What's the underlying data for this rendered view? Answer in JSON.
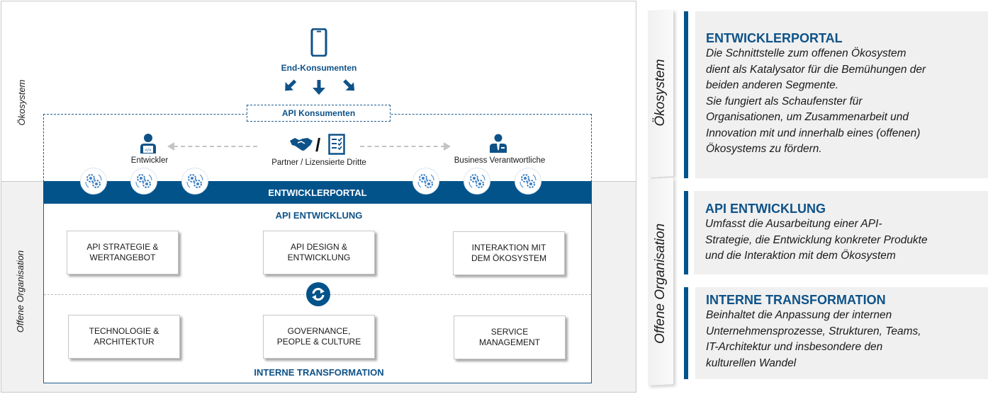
{
  "diagram": {
    "side_labels": {
      "top": "Ökosystem",
      "bottom": "Offene Organisation"
    },
    "end_consumers": {
      "icon": "smartphone-icon",
      "label": "End-Konsumenten"
    },
    "api_consumers_label": "API Konsumenten",
    "actors": [
      {
        "icon": "developer-icon",
        "label": "Entwickler"
      },
      {
        "icon": "handshake-checklist-icon",
        "separator": "/",
        "label": "Partner / Lizensierte Dritte"
      },
      {
        "icon": "businessman-icon",
        "label": "Business Verantwortliche"
      }
    ],
    "portal_label": "ENTWICKLERPORTAL",
    "api_section_title": "API ENTWICKLUNG",
    "api_boxes": [
      "API STRATEGIE & WERTANGEBOT",
      "API DESIGN & ENTWICKLUNG",
      "INTERAKTION MIT DEM ÖKOSYSTEM"
    ],
    "internal_boxes": [
      "TECHNOLOGIE & ARCHITEKTUR",
      "GOVERNANCE, PEOPLE & CULTURE",
      "SERVICE MANAGEMENT"
    ],
    "internal_section_title": "INTERNE TRANSFORMATION",
    "colors": {
      "primary": "#03538b",
      "title_blue": "#0e5288",
      "panel_gray": "#f0f0f0"
    }
  },
  "legend": {
    "tabs": [
      "Ökosystem",
      "Offene Organisation"
    ],
    "cards": [
      {
        "title": "ENTWICKLERPORTAL",
        "lines": [
          "Die Schnittstelle zum offenen Ökosystem",
          "dient als Katalysator für die Bemühungen der",
          "beiden anderen Segmente.",
          "Sie fungiert als Schaufenster für",
          "Organisationen, um Zusammenarbeit und",
          "Innovation mit und innerhalb eines (offenen)",
          "Ökosystems zu fördern."
        ]
      },
      {
        "title": "API ENTWICKLUNG",
        "lines": [
          "Umfasst die Ausarbeitung einer API-",
          "Strategie, die Entwicklung konkreter Produkte",
          "und die Interaktion mit dem Ökosystem"
        ]
      },
      {
        "title": "INTERNE TRANSFORMATION",
        "lines": [
          "Beinhaltet die Anpassung der internen",
          "Unternehmensprozesse, Strukturen, Teams,",
          "IT-Architektur und insbesondere den",
          "kulturellen Wandel"
        ]
      }
    ]
  }
}
